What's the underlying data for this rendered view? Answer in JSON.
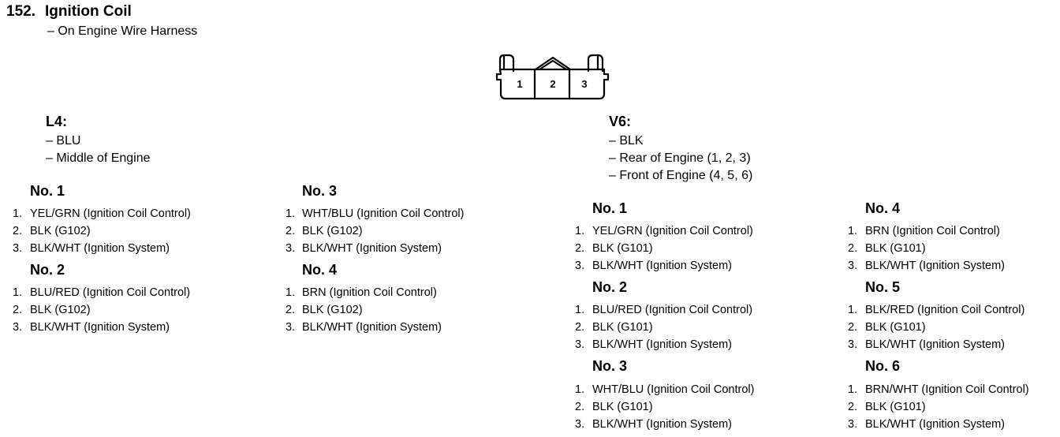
{
  "header": {
    "number": "152.",
    "title": "Ignition Coil",
    "subtitle": "– On Engine Wire Harness"
  },
  "connector": {
    "pins": [
      "1",
      "2",
      "3"
    ]
  },
  "l4": {
    "heading": "L4:",
    "lines": [
      "– BLU",
      "– Middle of Engine"
    ],
    "coils": [
      {
        "label": "No. 1",
        "pins": [
          {
            "n": "1.",
            "text": "YEL/GRN (Ignition Coil Control)"
          },
          {
            "n": "2.",
            "text": "BLK (G102)"
          },
          {
            "n": "3.",
            "text": "BLK/WHT (Ignition System)"
          }
        ]
      },
      {
        "label": "No. 2",
        "pins": [
          {
            "n": "1.",
            "text": "BLU/RED (Ignition Coil Control)"
          },
          {
            "n": "2.",
            "text": "BLK (G102)"
          },
          {
            "n": "3.",
            "text": "BLK/WHT (Ignition System)"
          }
        ]
      },
      {
        "label": "No. 3",
        "pins": [
          {
            "n": "1.",
            "text": "WHT/BLU (Ignition Coil Control)"
          },
          {
            "n": "2.",
            "text": "BLK (G102)"
          },
          {
            "n": "3.",
            "text": "BLK/WHT (Ignition System)"
          }
        ]
      },
      {
        "label": "No. 4",
        "pins": [
          {
            "n": "1.",
            "text": "BRN (Ignition Coil Control)"
          },
          {
            "n": "2.",
            "text": "BLK (G102)"
          },
          {
            "n": "3.",
            "text": "BLK/WHT (Ignition System)"
          }
        ]
      }
    ]
  },
  "v6": {
    "heading": "V6:",
    "lines": [
      "– BLK",
      "– Rear of Engine (1, 2, 3)",
      "– Front of Engine (4, 5, 6)"
    ],
    "coils": [
      {
        "label": "No. 1",
        "pins": [
          {
            "n": "1.",
            "text": "YEL/GRN (Ignition Coil Control)"
          },
          {
            "n": "2.",
            "text": "BLK (G101)"
          },
          {
            "n": "3.",
            "text": "BLK/WHT (Ignition System)"
          }
        ]
      },
      {
        "label": "No. 2",
        "pins": [
          {
            "n": "1.",
            "text": "BLU/RED (Ignition Coil Control)"
          },
          {
            "n": "2.",
            "text": "BLK (G101)"
          },
          {
            "n": "3.",
            "text": "BLK/WHT (Ignition System)"
          }
        ]
      },
      {
        "label": "No. 3",
        "pins": [
          {
            "n": "1.",
            "text": "WHT/BLU (Ignition Coil Control)"
          },
          {
            "n": "2.",
            "text": "BLK (G101)"
          },
          {
            "n": "3.",
            "text": "BLK/WHT (Ignition System)"
          }
        ]
      },
      {
        "label": "No. 4",
        "pins": [
          {
            "n": "1.",
            "text": "BRN (Ignition Coil Control)"
          },
          {
            "n": "2.",
            "text": "BLK (G101)"
          },
          {
            "n": "3.",
            "text": "BLK/WHT (Ignition System)"
          }
        ]
      },
      {
        "label": "No. 5",
        "pins": [
          {
            "n": "1.",
            "text": "BLK/RED (Ignition Coil Control)"
          },
          {
            "n": "2.",
            "text": "BLK (G101)"
          },
          {
            "n": "3.",
            "text": "BLK/WHT (Ignition System)"
          }
        ]
      },
      {
        "label": "No. 6",
        "pins": [
          {
            "n": "1.",
            "text": "BRN/WHT (Ignition Coil Control)"
          },
          {
            "n": "2.",
            "text": "BLK (G101)"
          },
          {
            "n": "3.",
            "text": "BLK/WHT (Ignition System)"
          }
        ]
      }
    ]
  }
}
